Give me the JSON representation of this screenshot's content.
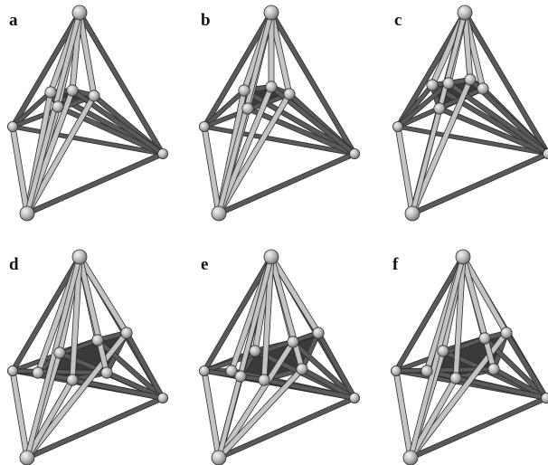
{
  "figure": {
    "panels": [
      {
        "label": "a",
        "variant": 0
      },
      {
        "label": "b",
        "variant": 1
      },
      {
        "label": "c",
        "variant": 2
      },
      {
        "label": "d",
        "variant": 3
      },
      {
        "label": "e",
        "variant": 4
      },
      {
        "label": "f",
        "variant": 5
      }
    ],
    "colors": {
      "background": "#ffffff",
      "strut_dark": "#5a5a5a",
      "strut_light": "#c4c4c4",
      "strut_outline": "#2c2c2c",
      "sphere_light": "#f4f4f4",
      "sphere_mid": "#b8b8b8",
      "sphere_dark": "#6e6e6e",
      "polygon_fill": "#3a3a3a",
      "label": "#111111"
    }
  }
}
